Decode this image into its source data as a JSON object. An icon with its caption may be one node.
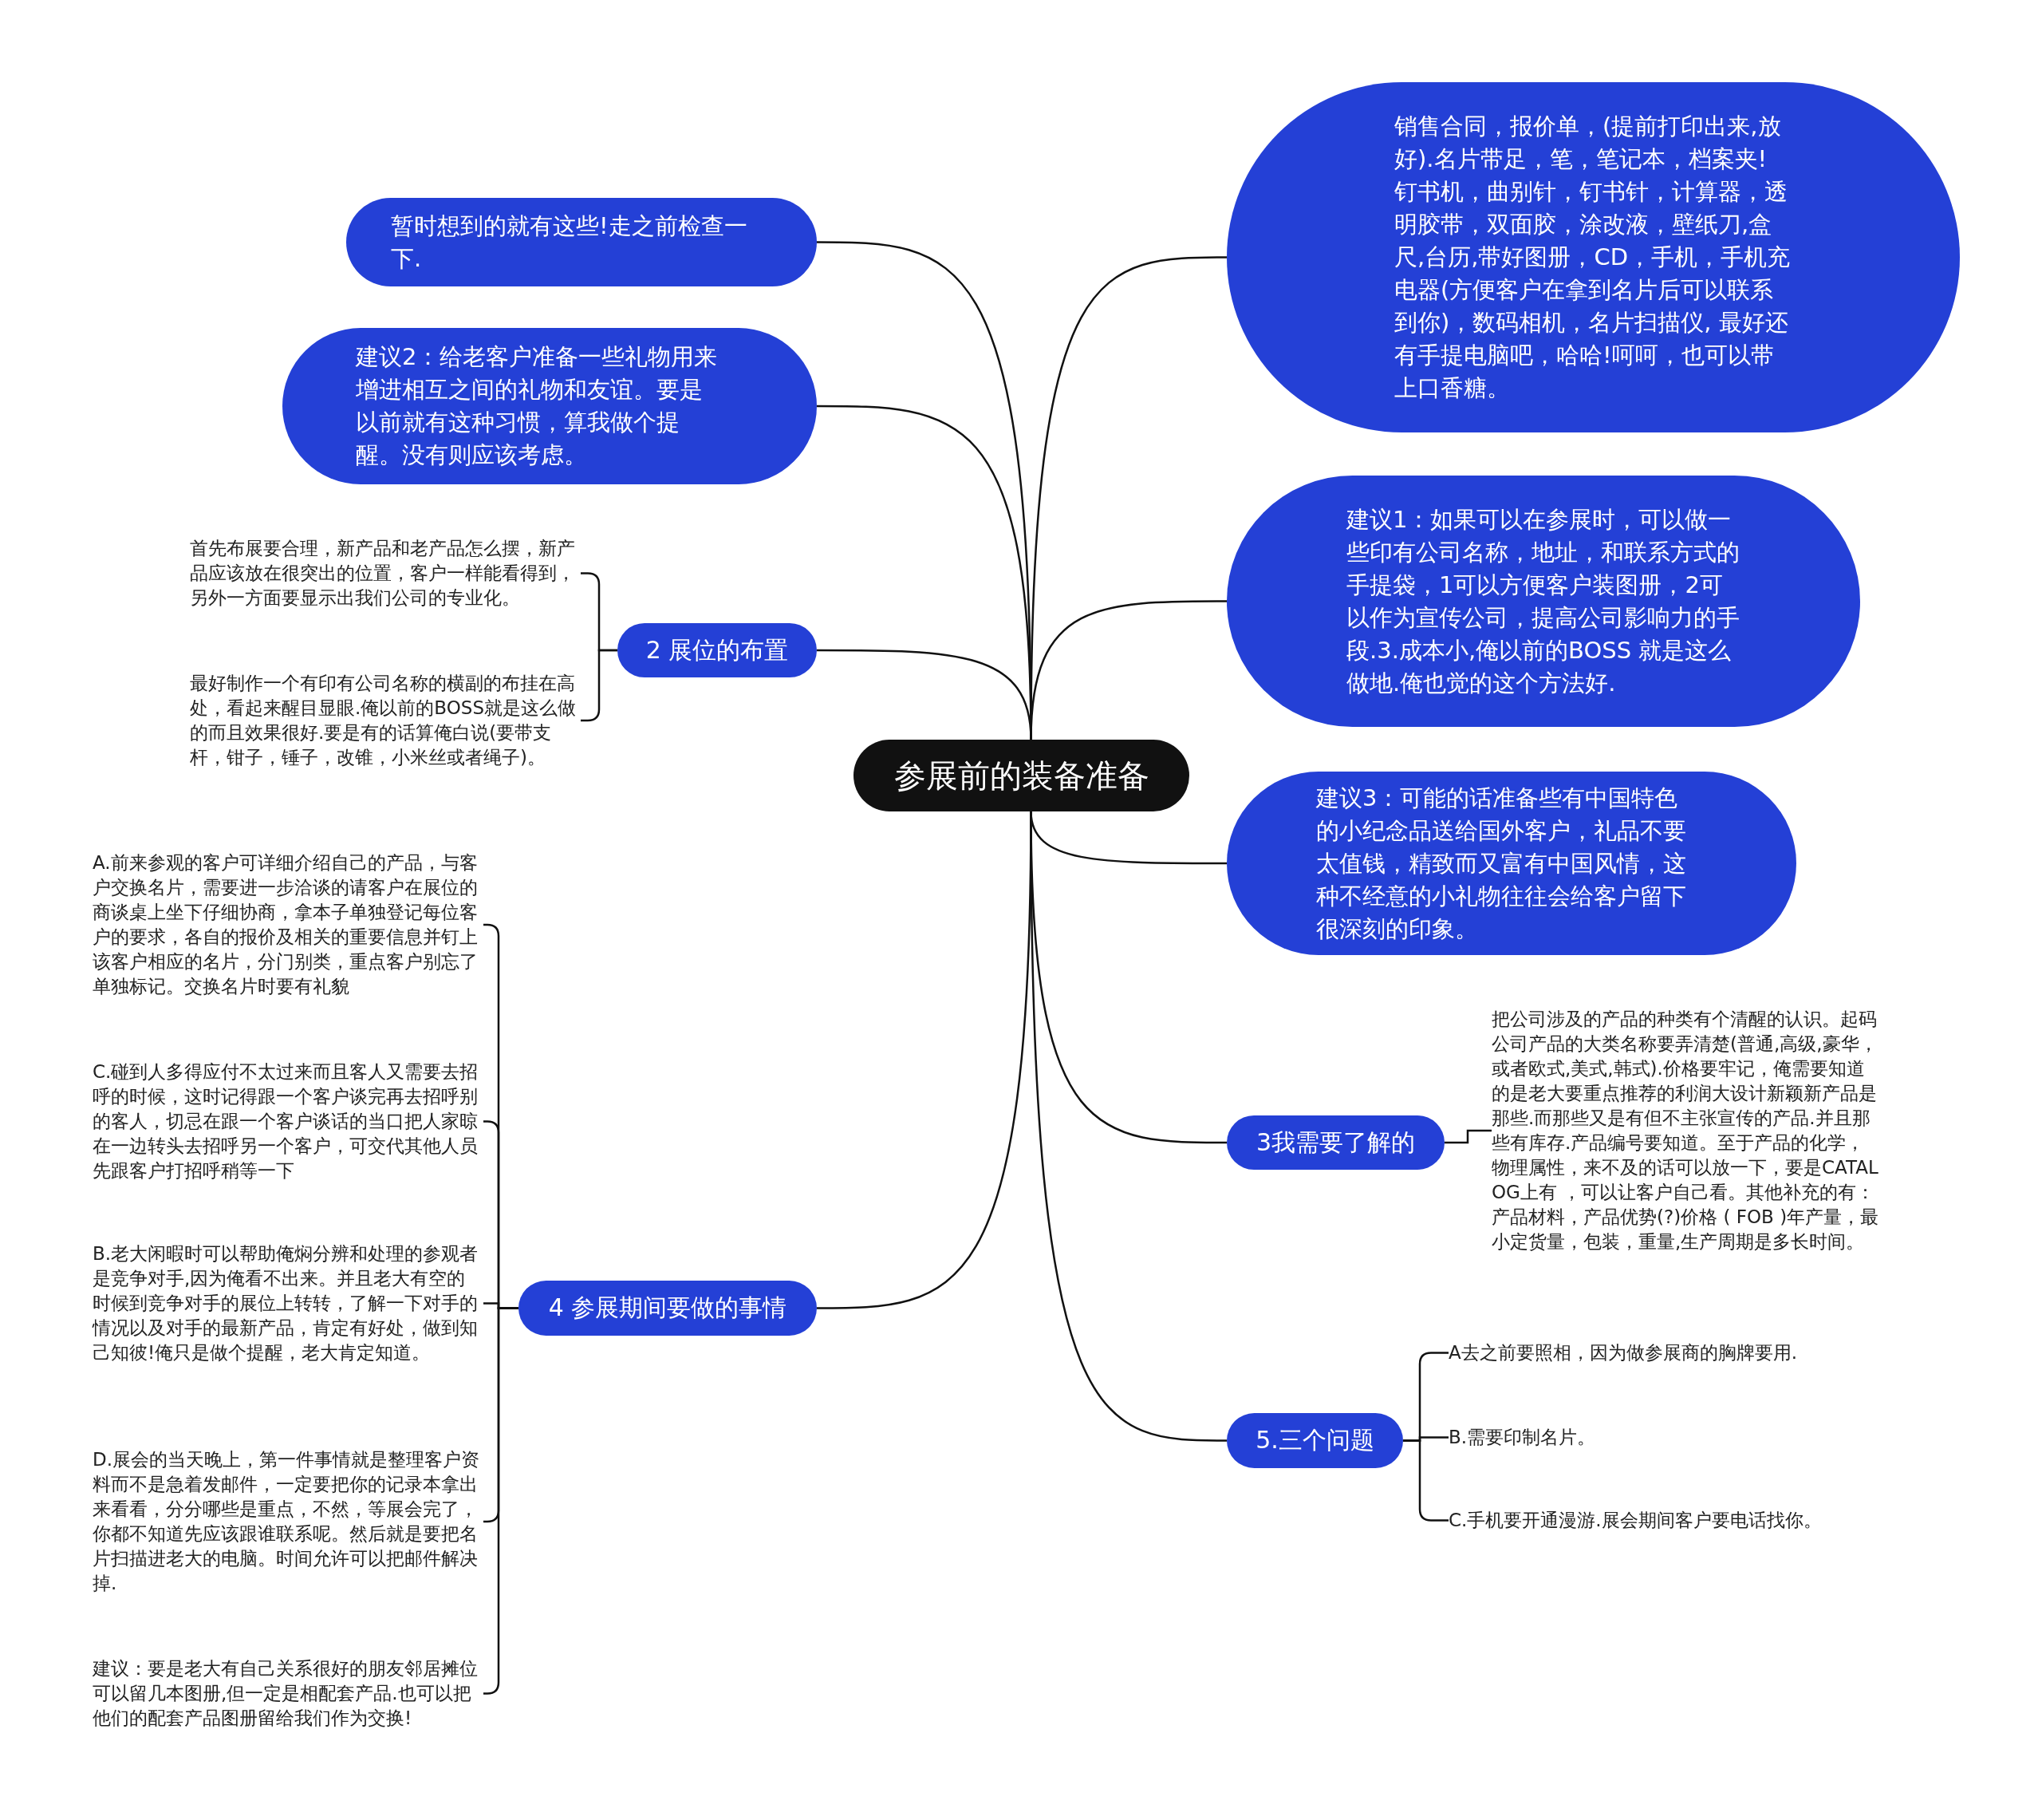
{
  "diagram": {
    "nodes": [
      {
        "text": [
          "参展前的装备准备"
        ]
      },
      {
        "text": [
          "销售合同，报价单，(提前打印出来,放好).名片带足，笔，笔记本，档案夹! 钉书机，曲别针，钉书针，计算器，透明胶带，双面胶，涂改液，壁纸刀,盒尺,台历,带好图册，CD，手机，手机充电器(方便客户在拿到名片后可以联系到你)，数码相机，名片扫描仪, 最好还有手提电脑吧，哈哈!呵呵，也可以带上口香糖。"
        ]
      },
      {
        "text": [
          "建议1：如果可以在参展时，可以做一些印有公司名称，地址，和联系方式的手提袋，1可以方便客户装图册，2可以作为宣传公司，提高公司影响力的手段.3.成本小,俺以前的BOSS 就是这么做地.俺也觉的这个方法好."
        ]
      },
      {
        "text": [
          "建议3：可能的话准备些有中国特色的小纪念品送给国外客户，礼品不要太值钱，精致而又富有中国风情，这种不经意的小礼物往往会给客户留下很深刻的印象。"
        ]
      },
      {
        "text": [
          "3我需要了解的"
        ]
      },
      {
        "text": [
          "把公司涉及的产品的种类有个清醒的认识。起码公司产品的大类名称要弄清楚(普通,高级,豪华，或者欧式,美式,韩式).价格要牢记，俺需要知道的是老大要重点推荐的利润大设计新颖新产品是那些.而那些又是有但不主张宣传的产品.并且那些有库存.产品编号要知道。至于产品的化学，物理属性，来不及的话可以放一下，要是CATALOG上有 ，可以让客户自己看。其他补充的有：产品材料，产品优势(?)价格 ( FOB )年产量，最小定货量，包装，重量,生产周期是多长时间。"
        ]
      },
      {
        "text": [
          "5.三个问题"
        ]
      },
      {
        "text": [
          "A去之前要照相，因为做参展商的胸牌要用."
        ]
      },
      {
        "text": [
          "B.需要印制名片。"
        ]
      },
      {
        "text": [
          "C.手机要开通漫游.展会期间客户要电话找你。"
        ]
      },
      {
        "text": [
          "暂时想到的就有这些!走之前检查一下."
        ]
      },
      {
        "text": [
          "建议2：给老客户准备一些礼物用来增进相互之间的礼物和友谊。要是以前就有这种习惯，算我做个提醒。没有则应该考虑。"
        ]
      },
      {
        "text": [
          "2 展位的布置"
        ]
      },
      {
        "text": [
          "首先布展要合理，新产品和老产品怎么摆，新产品应该放在很突出的位置，客户一样能看得到，另外一方面要显示出我们公司的专业化。"
        ]
      },
      {
        "text": [
          "最好制作一个有印有公司名称的横副的布挂在高处，看起来醒目显眼.俺以前的BOSS就是这么做的而且效果很好.要是有的话算俺白说(要带支杆，钳子，锤子，改锥，小米丝或者绳子)。"
        ]
      },
      {
        "text": [
          "4 参展期间要做的事情"
        ]
      },
      {
        "text": [
          "A.前来参观的客户可详细介绍自己的产品，与客户交换名片，需要进一步洽谈的请客户在展位的商谈桌上坐下仔细协商，拿本子单独登记每位客户的要求，各自的报价及相关的重要信息并钉上该客户相应的名片，分门别类，重点客户别忘了单独标记。交换名片时要有礼貌"
        ]
      },
      {
        "text": [
          "C.碰到人多得应付不太过来而且客人又需要去招呼的时候，这时记得跟一个客户谈完再去招呼别的客人，切忌在跟一个客户谈话的当口把人家晾在一边转头去招呼另一个客户，可交代其他人员先跟客户打招呼稍等一下"
        ]
      },
      {
        "text": [
          "B.老大闲暇时可以帮助俺焖分辨和处理的参观者是竞争对手,因为俺看不出来。并且老大有空的时候到竞争对手的展位上转转，了解一下对手的情况以及对手的最新产品，肯定有好处，做到知己知彼!俺只是做个提醒，老大肯定知道。"
        ]
      },
      {
        "text": [
          "D.展会的当天晚上，第一件事情就是整理客户资料而不是急着发邮件，一定要把你的记录本拿出来看看，分分哪些是重点，不然，等展会完了，你都不知道先应该跟谁联系呢。然后就是要把名片扫描进老大的电脑。时间允许可以把邮件解决掉."
        ]
      },
      {
        "text": [
          "建议：要是老大有自己关系很好的朋友邻居摊位可以留几本图册,但一定是相配套产品.也可以把他们的配套产品图册留给我们作为交换!"
        ]
      }
    ],
    "edges": [
      {
        "from": 0,
        "to": 1,
        "arrow": "none"
      },
      {
        "from": 0,
        "to": 2,
        "arrow": "none"
      },
      {
        "from": 0,
        "to": 3,
        "arrow": "none"
      },
      {
        "from": 0,
        "to": 4,
        "arrow": "none"
      },
      {
        "from": 4,
        "to": 5,
        "arrow": "none"
      },
      {
        "from": 0,
        "to": 6,
        "arrow": "none"
      },
      {
        "from": 6,
        "to": 7,
        "arrow": "none"
      },
      {
        "from": 6,
        "to": 8,
        "arrow": "none"
      },
      {
        "from": 6,
        "to": 9,
        "arrow": "none"
      },
      {
        "from": 0,
        "to": 10,
        "arrow": "none"
      },
      {
        "from": 0,
        "to": 11,
        "arrow": "none"
      },
      {
        "from": 0,
        "to": 12,
        "arrow": "none"
      },
      {
        "from": 12,
        "to": 13,
        "arrow": "none"
      },
      {
        "from": 12,
        "to": 14,
        "arrow": "none"
      },
      {
        "from": 0,
        "to": 15,
        "arrow": "none"
      },
      {
        "from": 15,
        "to": 16,
        "arrow": "none"
      },
      {
        "from": 15,
        "to": 17,
        "arrow": "none"
      },
      {
        "from": 15,
        "to": 18,
        "arrow": "none"
      },
      {
        "from": 15,
        "to": 19,
        "arrow": "none"
      },
      {
        "from": 15,
        "to": 20,
        "arrow": "none"
      }
    ]
  }
}
